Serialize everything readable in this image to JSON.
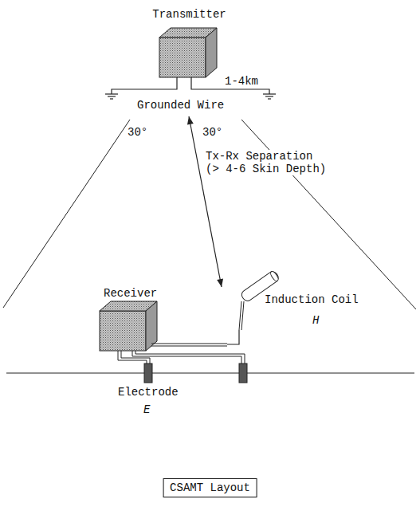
{
  "diagram": {
    "caption": "CSAMT Layout",
    "nodes": [
      {
        "text": [
          "Transmitter"
        ]
      },
      {
        "text": [
          "Receiver"
        ]
      },
      {
        "text": [
          "Induction Coil",
          "H"
        ]
      }
    ],
    "edges": [
      {
        "from": 0,
        "to": 1,
        "arrow": "both",
        "label": "Tx-Rx Separation (> 4-6 Skin Depth)"
      },
      {
        "from": 1,
        "to": 2,
        "arrow": "none"
      }
    ],
    "labels": [
      "1-4km",
      "Grounded Wire",
      "30°",
      "30°",
      "Electrode",
      "E"
    ]
  }
}
